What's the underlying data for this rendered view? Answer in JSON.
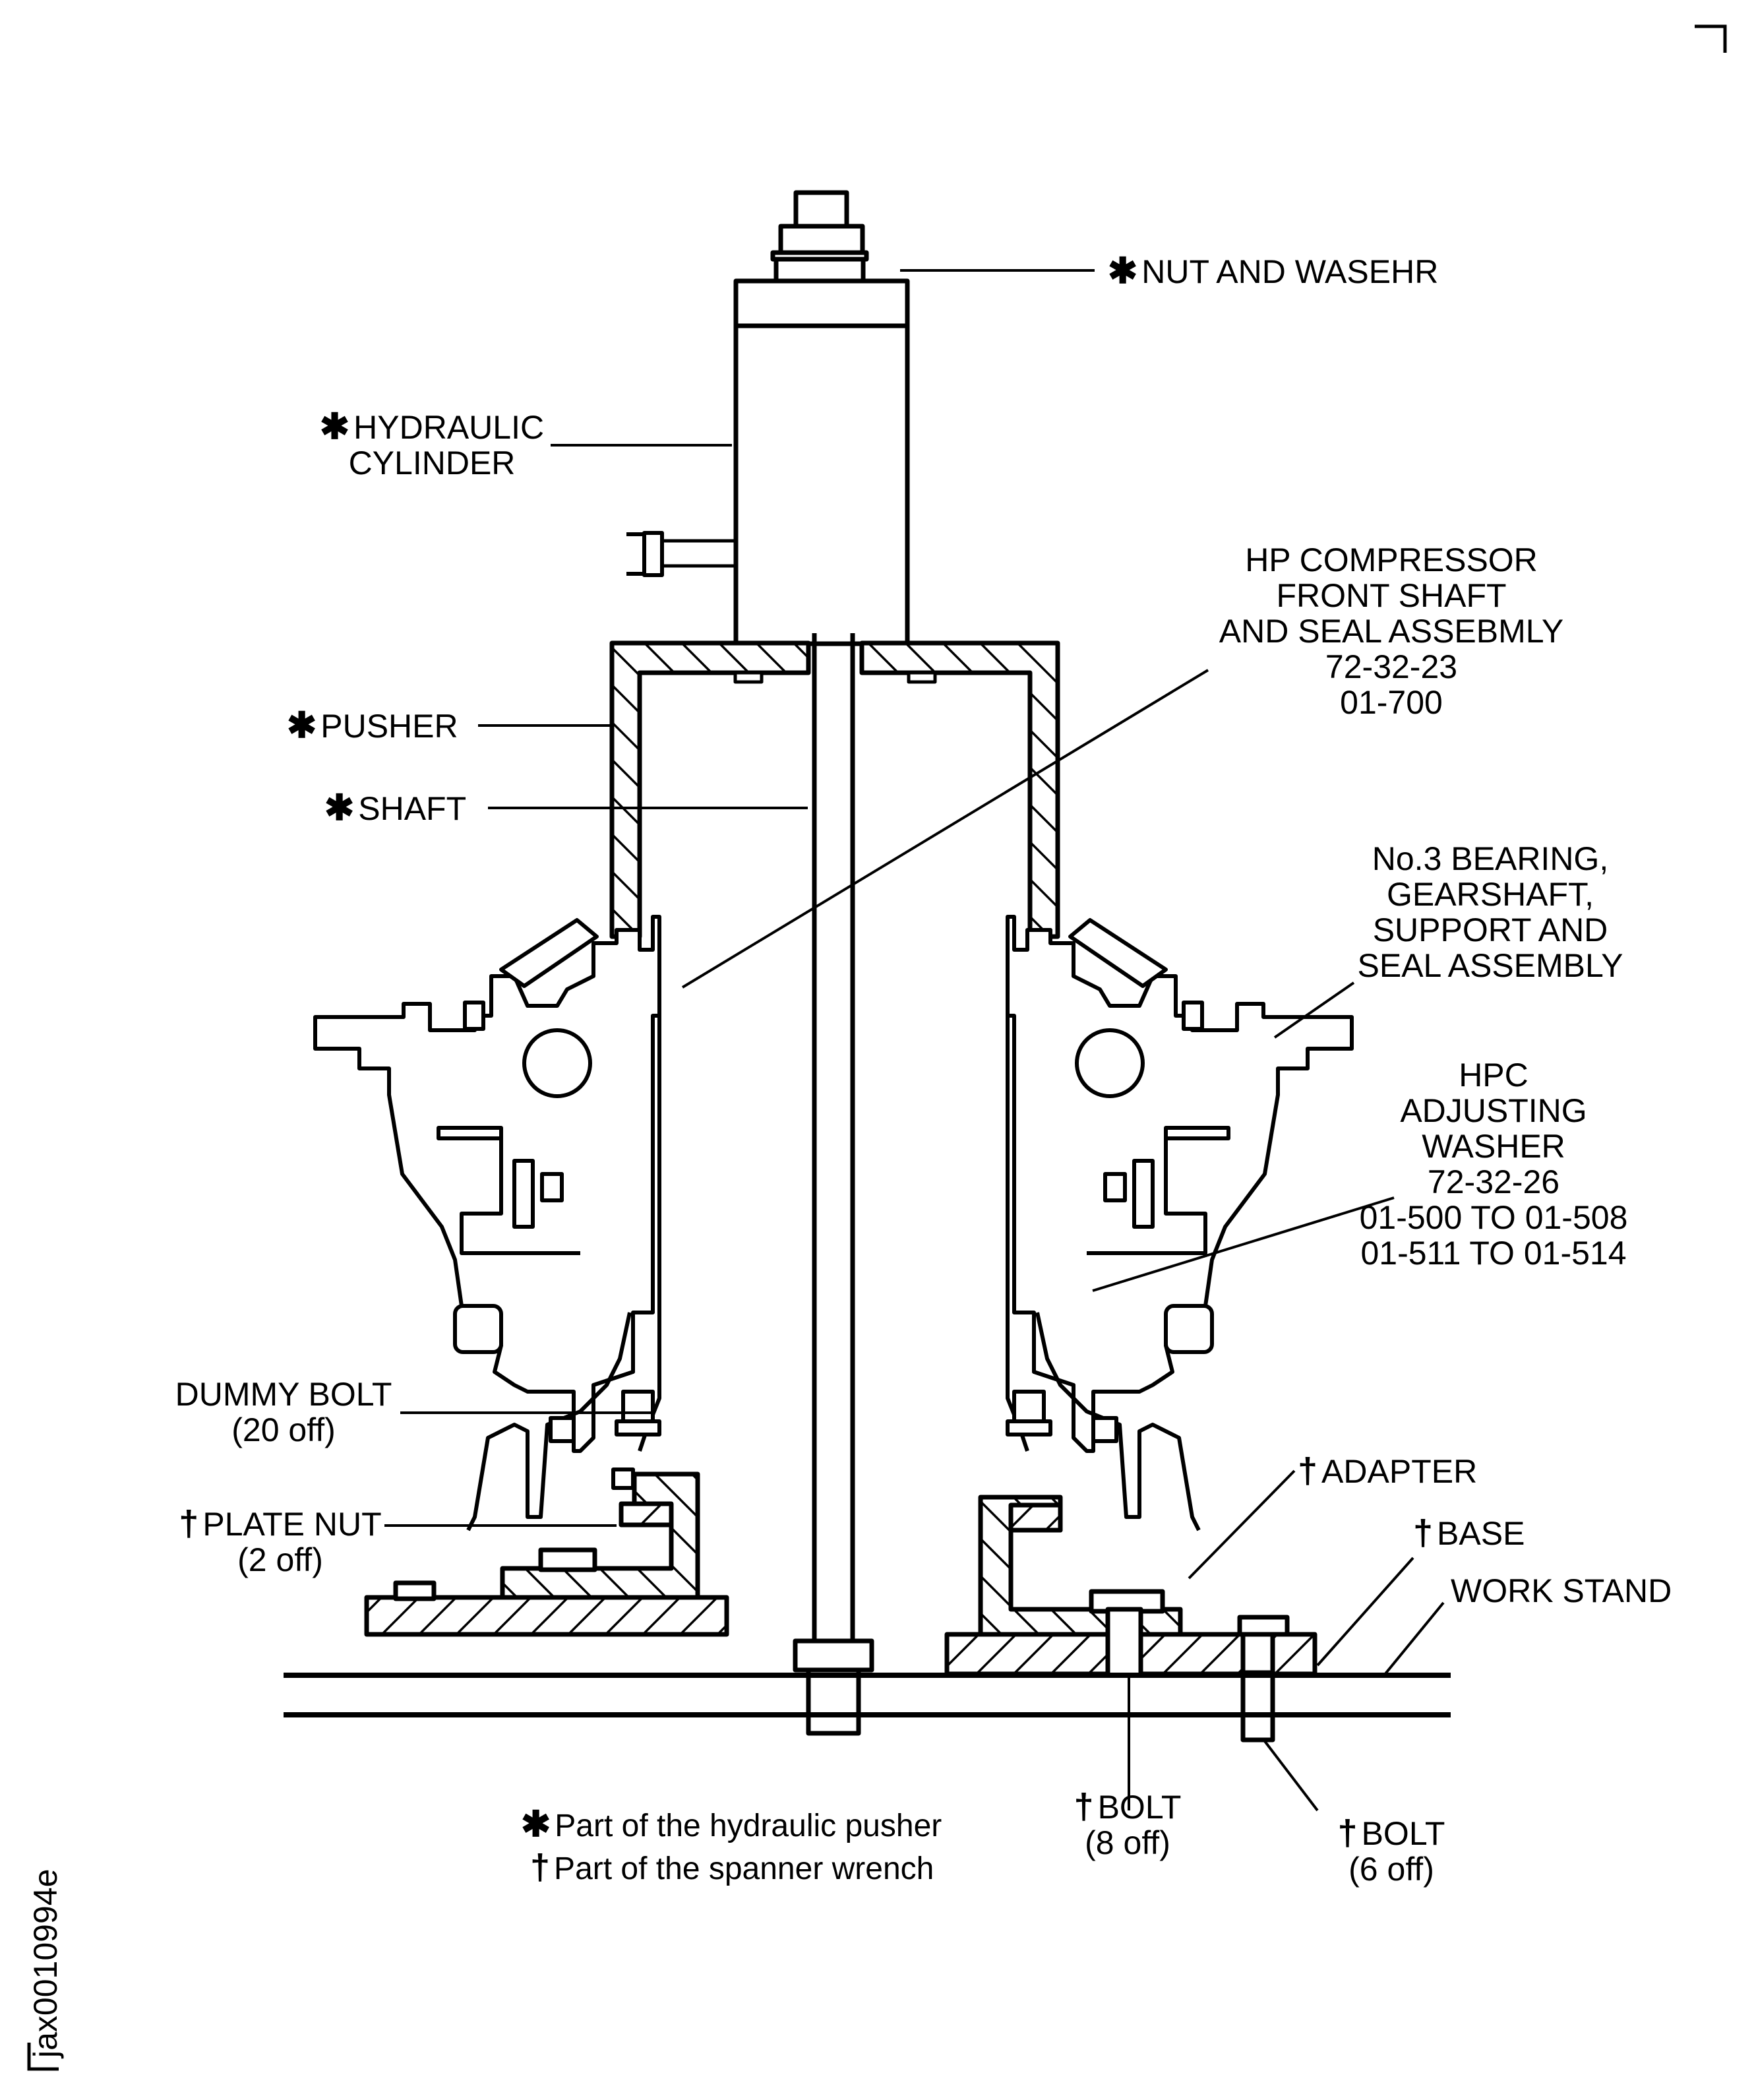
{
  "figure": {
    "id": "jax0010994e",
    "title": "HP compressor front shaft removal/installation tooling setup"
  },
  "symbols": {
    "asterisk": "✱",
    "dagger": "†"
  },
  "labels": {
    "nut_and_washer": {
      "mark": "✱",
      "text": "NUT AND WASEHR"
    },
    "hydraulic_cylinder": {
      "mark": "✱",
      "lines": [
        "HYDRAULIC",
        "CYLINDER"
      ]
    },
    "hp_compressor": {
      "lines": [
        "HP COMPRESSOR",
        "FRONT SHAFT",
        "AND SEAL ASSEBMLY",
        "72-32-23",
        "01-700"
      ]
    },
    "pusher": {
      "mark": "✱",
      "text": "PUSHER"
    },
    "shaft": {
      "mark": "✱",
      "text": "SHAFT"
    },
    "no3_bearing": {
      "lines": [
        "No.3 BEARING,",
        "GEARSHAFT,",
        "SUPPORT AND",
        "SEAL ASSEMBLY"
      ]
    },
    "hpc_washer": {
      "lines": [
        "HPC",
        "ADJUSTING",
        "WASHER",
        "72-32-26",
        "01-500 TO 01-508",
        "01-511 TO 01-514"
      ]
    },
    "dummy_bolt": {
      "lines": [
        "DUMMY BOLT",
        "(20 off)"
      ]
    },
    "plate_nut": {
      "mark": "†",
      "lines": [
        "PLATE NUT",
        "(2 off)"
      ]
    },
    "adapter": {
      "mark": "†",
      "text": "ADAPTER"
    },
    "base": {
      "mark": "†",
      "text": "BASE"
    },
    "work_stand": {
      "text": "WORK STAND"
    },
    "bolt_8": {
      "mark": "†",
      "lines": [
        "BOLT",
        "(8 off)"
      ]
    },
    "bolt_6": {
      "mark": "†",
      "lines": [
        "BOLT",
        "(6 off)"
      ]
    }
  },
  "legend": [
    {
      "mark": "✱",
      "text": "Part of the hydraulic pusher"
    },
    {
      "mark": "†",
      "text": "Part of the spanner wrench"
    }
  ]
}
